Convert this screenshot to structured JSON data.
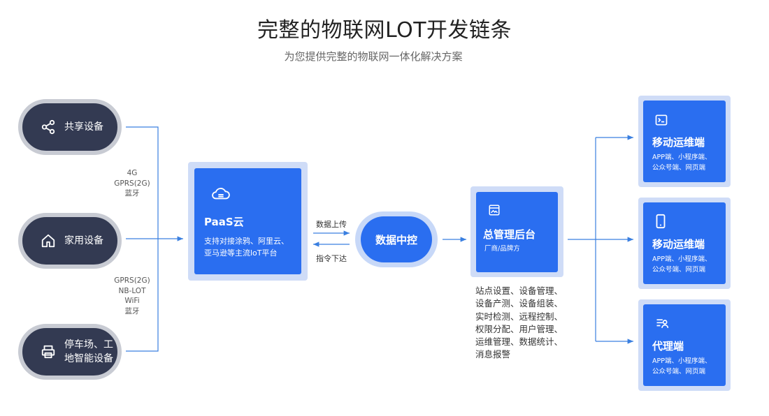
{
  "header": {
    "title": "完整的物联网LOT开发链条",
    "subtitle": "为您提供完整的物联网一体化解决方案"
  },
  "devices": [
    {
      "label": "共享设备",
      "icon": "share-icon"
    },
    {
      "label": "家用设备",
      "icon": "home-icon"
    },
    {
      "label": "停车场、工\n地智能设备",
      "icon": "printer-icon"
    }
  ],
  "protocols": {
    "top": "4G\nGPRS(2G)\n蓝牙",
    "bottom": "GPRS(2G)\nNB-LOT\nWiFi\n蓝牙"
  },
  "paas": {
    "title": "PaaS云",
    "desc": "支持对接涂鸦、阿里云、\n亚马逊等主流loT平台",
    "icon": "cloud-icon"
  },
  "arrows": {
    "upload": "数据上传",
    "command": "指令下达"
  },
  "center": {
    "label": "数据中控"
  },
  "admin": {
    "title": "总管理后台",
    "sub": "厂商/品牌方",
    "icon": "image-icon",
    "features": "站点设置、设备管理、\n设备产测、设备组装、\n实时检测、远程控制、\n权限分配、用户管理、\n运维管理、数据统计、\n消息报警"
  },
  "endpoints": [
    {
      "title": "移动运维端",
      "desc": "APP端、小程序端、\n公众号端、网页端",
      "icon": "terminal-icon"
    },
    {
      "title": "移动运维端",
      "desc": "APP端、小程序端、\n公众号端、网页端",
      "icon": "mobile-icon"
    },
    {
      "title": "代理端",
      "desc": "APP端、小程序端、\n公众号端、网页端",
      "icon": "agent-icon"
    }
  ],
  "colors": {
    "accent": "#2a6ef0",
    "pill": "#333a52",
    "line": "#3a7fe0"
  }
}
